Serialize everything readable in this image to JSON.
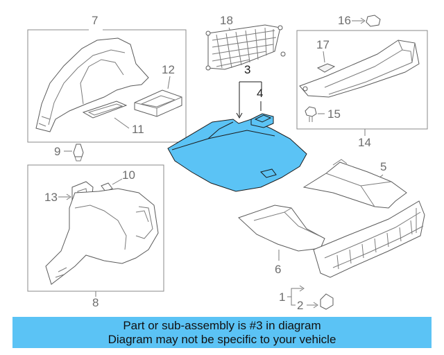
{
  "callouts": {
    "c1": "1",
    "c2": "2",
    "c3": "3",
    "c4": "4",
    "c5": "5",
    "c6": "6",
    "c7": "7",
    "c8": "8",
    "c9": "9",
    "c10": "10",
    "c11": "11",
    "c12": "12",
    "c13": "13",
    "c14": "14",
    "c15": "15",
    "c16": "16",
    "c17": "17",
    "c18": "18"
  },
  "highlight_color": "#5bc3f5",
  "banner": {
    "line1": "Part or sub-assembly is #3 in diagram",
    "line2": "Diagram may not be specific to your vehicle"
  }
}
